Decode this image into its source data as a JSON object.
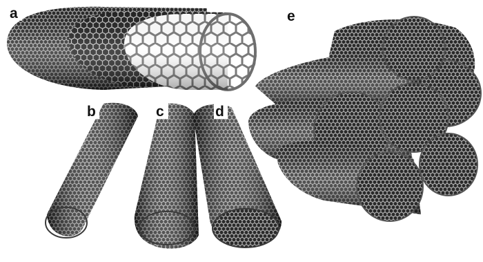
{
  "figure": {
    "panels": [
      {
        "id": "a",
        "label": "a"
      },
      {
        "id": "b",
        "label": "b"
      },
      {
        "id": "c",
        "label": "c"
      },
      {
        "id": "d",
        "label": "d"
      },
      {
        "id": "e",
        "label": "e"
      }
    ]
  },
  "colors": {
    "background": "#ffffff",
    "lattice_dark": "#1e1e1e",
    "lattice_mid": "#6e6e6e",
    "lattice_light": "#d8d8d8",
    "label": "#111111"
  }
}
